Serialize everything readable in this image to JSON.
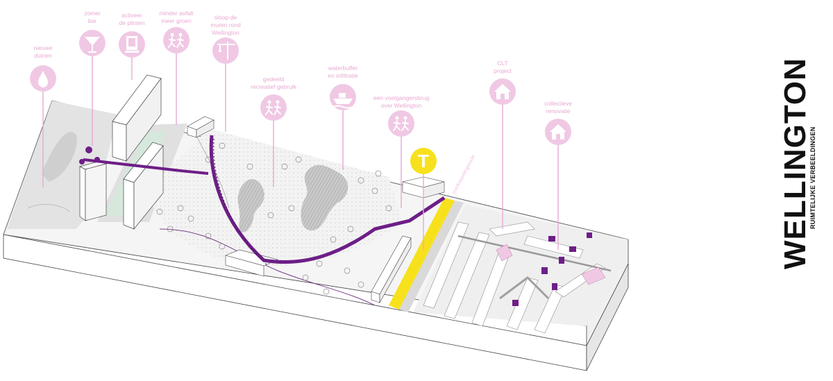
{
  "title": "WELLINGTON",
  "subtitle": "RUIMTELIJKE VERBEELDINGEN",
  "colors": {
    "accent_pink": "#e8a9d2",
    "bubble_pink": "#f0c8e4",
    "purple": "#6d1e87",
    "yellow": "#f7e11c"
  },
  "road_label": "overkoepelingsroute",
  "annotations": [
    {
      "lines": [
        "nieuwe",
        "duinen"
      ],
      "icon": "water-drop-icon"
    },
    {
      "lines": [
        "zomer",
        "bar"
      ],
      "icon": "cocktail-icon"
    },
    {
      "lines": [
        "activeer",
        "de plinten"
      ],
      "icon": "building-icon"
    },
    {
      "lines": [
        "minder asfalt",
        "meer groen"
      ],
      "icon": "people-running-icon"
    },
    {
      "lines": [
        "sloop de",
        "muren rond",
        "Wellington"
      ],
      "icon": "crane-icon"
    },
    {
      "lines": [
        "gedeeld",
        "recreatief gebruik"
      ],
      "icon": "people-running-icon"
    },
    {
      "lines": [
        "waterbuffer",
        "en infiltratie"
      ],
      "icon": "boat-icon"
    },
    {
      "lines": [
        "een voetgangersbrug",
        "over Wellington"
      ],
      "icon": "people-running-icon"
    },
    {
      "lines": [
        "CLT",
        "project"
      ],
      "icon": "house-icon"
    },
    {
      "lines": [
        "collectieve",
        "renovatie"
      ],
      "icon": "house-icon"
    }
  ],
  "tram_stop": {
    "letter": "T",
    "icon": "tram-stop-icon"
  }
}
